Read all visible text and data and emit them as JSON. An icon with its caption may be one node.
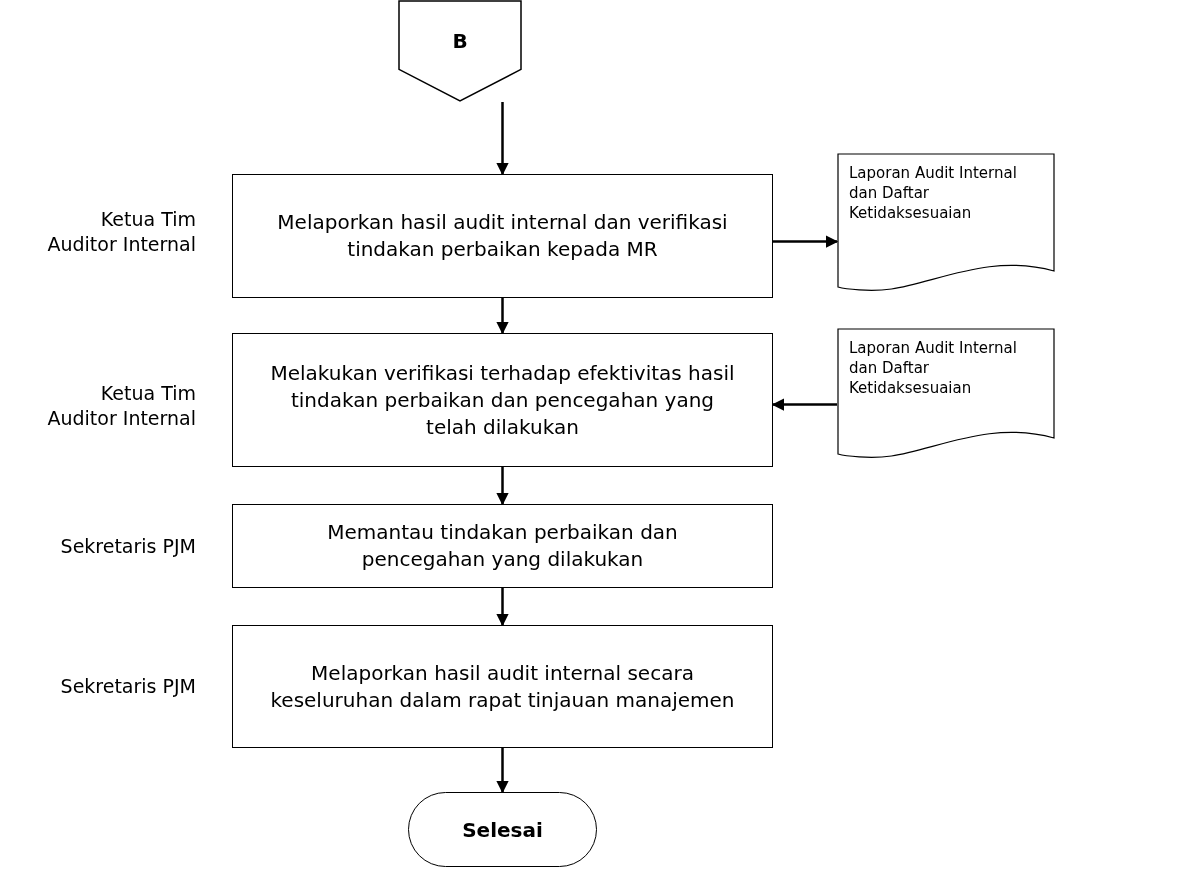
{
  "diagram": {
    "nodes": [
      {
        "text": [
          "B"
        ]
      },
      {
        "text": [
          "Melaporkan hasil audit internal dan verifikasi tindakan perbaikan kepada MR"
        ]
      },
      {
        "text": [
          "Laporan Audit Internal dan Daftar Ketidaksesuaian"
        ]
      },
      {
        "text": [
          "Melakukan verifikasi terhadap efektivitas hasil tindakan perbaikan dan pencegahan yang telah dilakukan"
        ]
      },
      {
        "text": [
          "Laporan Audit Internal dan Daftar Ketidaksesuaian"
        ]
      },
      {
        "text": [
          "Memantau tindakan perbaikan dan pencegahan yang dilakukan"
        ]
      },
      {
        "text": [
          "Melaporkan hasil audit internal secara keseluruhan dalam rapat tinjauan manajemen"
        ]
      },
      {
        "text": [
          "Selesai"
        ]
      }
    ],
    "edges": [
      {
        "from": 0,
        "to": 1,
        "arrow": "to"
      },
      {
        "from": 1,
        "to": 2,
        "arrow": "to"
      },
      {
        "from": 1,
        "to": 3,
        "arrow": "to"
      },
      {
        "from": 4,
        "to": 3,
        "arrow": "to"
      },
      {
        "from": 3,
        "to": 5,
        "arrow": "to"
      },
      {
        "from": 5,
        "to": 6,
        "arrow": "to"
      },
      {
        "from": 6,
        "to": 7,
        "arrow": "to"
      }
    ],
    "labels": [
      "Ketua Tim Auditor Internal",
      "Ketua Tim Auditor Internal",
      "Sekretaris PJM",
      "Sekretaris PJM"
    ]
  }
}
